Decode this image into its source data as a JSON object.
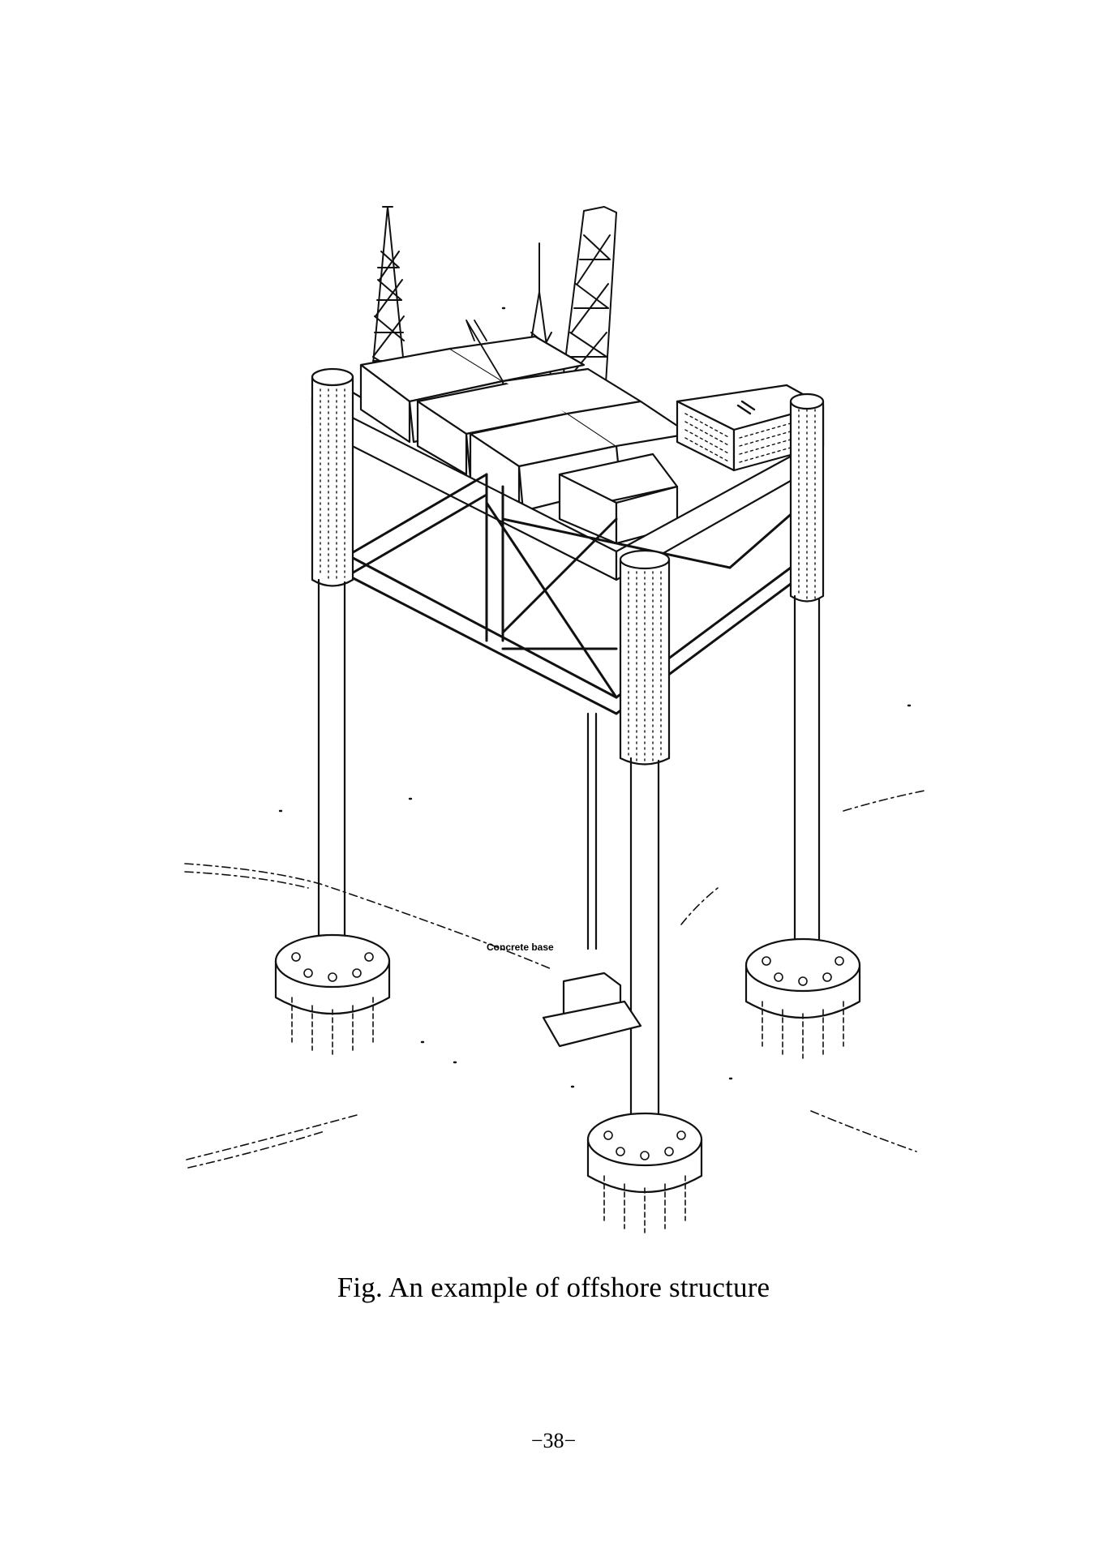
{
  "figure": {
    "label": "Concrete base"
  },
  "caption": "Fig. An example of offshore structure",
  "page_number": "−38−"
}
